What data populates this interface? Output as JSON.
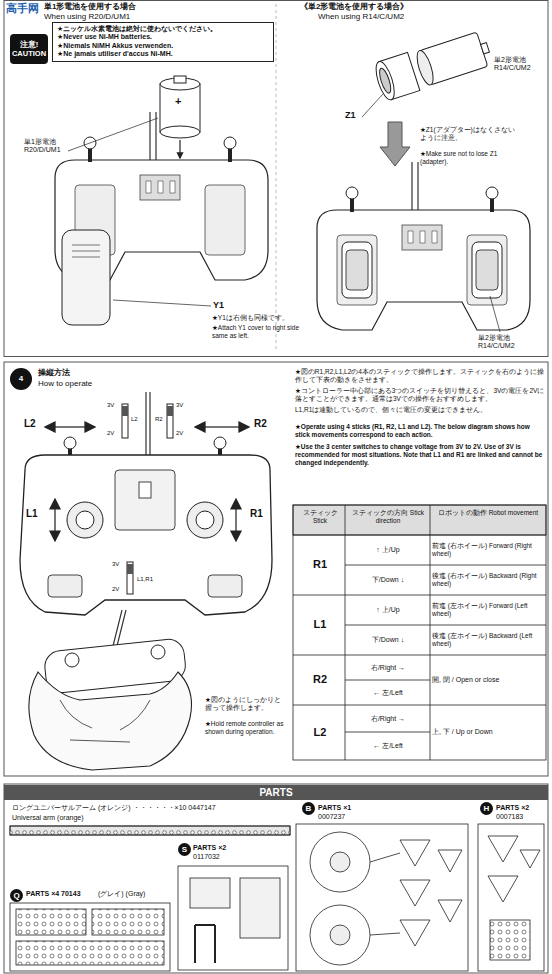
{
  "diagram": {
    "nodes": [
      {
        "text": [
          "注意!",
          "CAUTION"
        ]
      },
      {
        "text": [
          "★ニッケル水素電池は絶対に使わないでください。",
          "★Never use Ni-MH batteries.",
          "★Niemals NiMH Akkus verwenden.",
          "★Ne jamais utiliser d'accus Ni-MH."
        ]
      },
      {
        "text": [
          "4"
        ]
      },
      {
        "text": [
          "PARTS"
        ]
      },
      {
        "text": [
          "B"
        ]
      },
      {
        "text": [
          "H"
        ]
      },
      {
        "text": [
          "S"
        ]
      },
      {
        "text": [
          "Q"
        ]
      }
    ],
    "labels": [
      "単1形電池を使用する場合",
      "When using R20/D/UM1",
      "+",
      "単1形電池 R20/D/UM1",
      "Y1",
      "★Y1は右側も同様です。",
      "★Attach Y1 cover to right side same as left.",
      "《単2形電池を使用する場合》",
      "When using R14/C/UM2",
      "Z1",
      "単2形電池 R14/C/UM2",
      "★Z1(アダプター)はなくさないように注意。",
      "★Make sure not to lose Z1 (adapter).",
      "単2形電池 R14/C/UM2",
      "高手网",
      "操縦方法",
      "How to operate",
      "L2",
      "R2",
      "3V",
      "L2",
      "2V",
      "3V",
      "R2",
      "2V",
      "L1",
      "R1",
      "3V",
      "2V",
      "L1,R1",
      "★図のようにしっかりと握って操作します。",
      "★Hold remote controller as shown during operation.",
      "★図のR1,R2,L1,L2の4本のスティックで操作します。スティックを右のように操作して下表の動きをさせます。",
      "★コントローラー中心部にある3つのスイッチを切り替えると、3Vの電圧を2Vに落とすことができます。通常は3Vでの操作をおすすめします。",
      "L1,R1は連動しているので、個々に電圧の変更はできません。",
      "★Operate using 4 sticks (R1, R2, L1 and L2). The below diagram shows how stick movements correspond to each action.",
      "★Use the 3 center switches to change voltage from 3V to 2V. Use of 3V is recommended for most situations. Note that L1 and R1 are linked and cannot be changed independently.",
      "スティック Stick",
      "スティックの方向 Stick direction",
      "ロボットの動作 Robot movement",
      "R1",
      "↑ 上/Up",
      "下/Down ↓",
      "前進 (右ホイール) Forward (Right wheel)",
      "後進 (右ホイール) Backward (Right wheel)",
      "L1",
      "↑ 上/Up",
      "下/Down ↓",
      "前進 (左ホイール) Forward (Left wheel)",
      "後進 (左ホイール) Backward (Left wheel)",
      "R2",
      "右/Right →",
      "← 左/Left",
      "開, 閉 / Open or close",
      "L2",
      "右/Right →",
      "← 左/Left",
      "上, 下 / Up or Down",
      "ロングユニバーサルアーム (オレンジ) ・・・・・・×10 0447147",
      "Universal arm (orange)",
      "PARTS ×1",
      "0007237",
      "PARTS ×2",
      "0007183",
      "PARTS ×2",
      "0117032",
      "PARTS ×4 70143",
      "(グレイ) (Gray)"
    ]
  }
}
